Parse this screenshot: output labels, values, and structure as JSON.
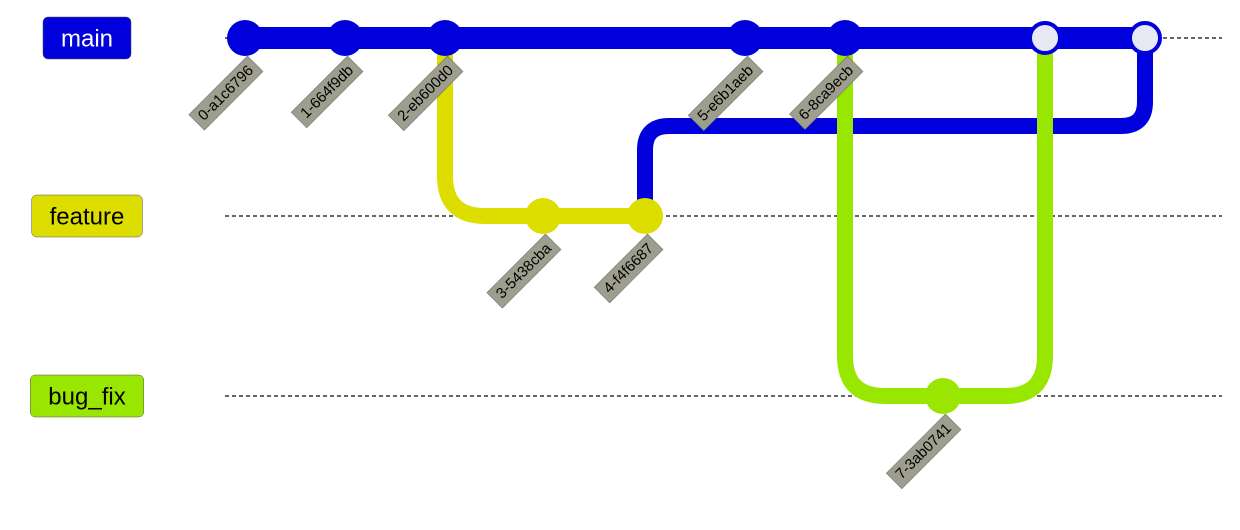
{
  "branches": [
    {
      "name": "main",
      "color": "#0000dd",
      "text_color": "#ffffff"
    },
    {
      "name": "feature",
      "color": "#dddd00",
      "text_color": "#000000"
    },
    {
      "name": "bug_fix",
      "color": "#99e600",
      "text_color": "#000000"
    }
  ],
  "commits": [
    {
      "id": "0-a1c6796",
      "branch": "main",
      "order": 0,
      "type": "commit"
    },
    {
      "id": "1-664f9db",
      "branch": "main",
      "order": 1,
      "type": "commit"
    },
    {
      "id": "2-eb600d0",
      "branch": "main",
      "order": 2,
      "type": "commit"
    },
    {
      "id": "3-5438cba",
      "branch": "feature",
      "order": 3,
      "type": "commit"
    },
    {
      "id": "4-f4f6687",
      "branch": "feature",
      "order": 4,
      "type": "commit"
    },
    {
      "id": "5-e6b1aeb",
      "branch": "main",
      "order": 5,
      "type": "commit"
    },
    {
      "id": "6-8ca9ecb",
      "branch": "main",
      "order": 6,
      "type": "commit"
    },
    {
      "id": "7-3ab0741",
      "branch": "bug_fix",
      "order": 7,
      "type": "commit"
    },
    {
      "id": "",
      "branch": "main",
      "order": 8,
      "type": "merge"
    },
    {
      "id": "",
      "branch": "main",
      "order": 9,
      "type": "merge"
    }
  ],
  "connections": [
    {
      "from_order": 2,
      "to_order": 3,
      "kind": "branch-out",
      "color": "#dddd00"
    },
    {
      "from_order": 4,
      "to_order": 9,
      "kind": "merge-up",
      "color": "#0000dd"
    },
    {
      "from_order": 6,
      "to_order": 7,
      "kind": "branch-out",
      "color": "#99e600"
    },
    {
      "from_order": 7,
      "to_order": 8,
      "kind": "merge-up",
      "color": "#99e600"
    }
  ],
  "colors": {
    "commit_label_bg": "#9e9e8e",
    "merge_fill": "#e8e8f4",
    "dashed_line": "#333333"
  }
}
